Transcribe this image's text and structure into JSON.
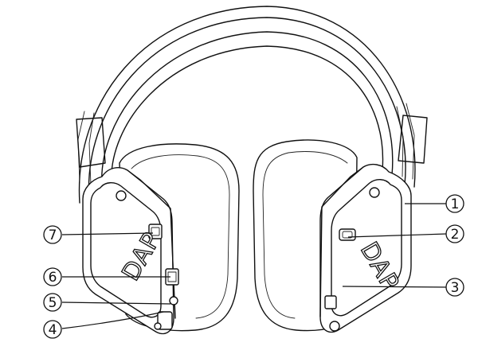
{
  "diagram": {
    "brand_left": "DAP",
    "brand_right": "DAP",
    "callouts": [
      {
        "id": "1",
        "label": "1"
      },
      {
        "id": "2",
        "label": "2"
      },
      {
        "id": "3",
        "label": "3"
      },
      {
        "id": "4",
        "label": "4"
      },
      {
        "id": "5",
        "label": "5"
      },
      {
        "id": "6",
        "label": "6"
      },
      {
        "id": "7",
        "label": "7"
      }
    ]
  }
}
